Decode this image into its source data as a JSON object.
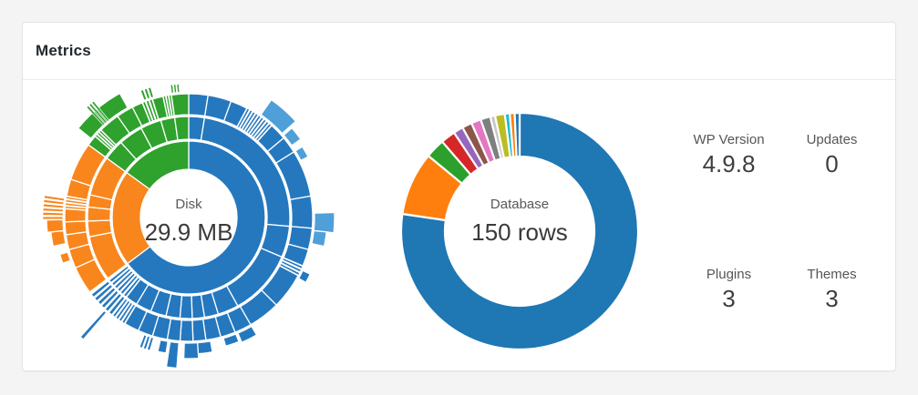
{
  "card": {
    "title": "Metrics"
  },
  "stats": [
    {
      "label": "WP Version",
      "value": "4.9.8"
    },
    {
      "label": "Updates",
      "value": "0"
    },
    {
      "label": "Plugins",
      "value": "3"
    },
    {
      "label": "Themes",
      "value": "3"
    }
  ],
  "chart_data": [
    {
      "type": "sunburst",
      "name": "disk-usage-sunburst",
      "center_label": "Disk",
      "center_value": "29.9 MB",
      "total": "29.9 MB",
      "legend": "none",
      "palette": {
        "b": "#2578be",
        "lb": "#4f9fd8",
        "o": "#f8861d",
        "g": "#2fa12d"
      },
      "rings": [
        [
          53,
          84
        ],
        [
          86,
          111
        ],
        [
          113,
          136
        ],
        [
          138,
          158
        ]
      ],
      "top_level": [
        {
          "color": "b",
          "start": 0,
          "end": 233,
          "est_mb": 19.3
        },
        {
          "color": "o",
          "start": 233,
          "end": 306,
          "est_mb": 6.1
        },
        {
          "color": "g",
          "start": 306,
          "end": 360,
          "est_mb": 4.5
        }
      ],
      "segments": [
        {
          "l": 2,
          "s": 0,
          "e": 9,
          "c": "b"
        },
        {
          "l": 2,
          "s": 9,
          "e": 95,
          "c": "b"
        },
        {
          "l": 2,
          "s": 95,
          "e": 113,
          "c": "b"
        },
        {
          "l": 2,
          "s": 113,
          "e": 151,
          "c": "b"
        },
        {
          "l": 2,
          "s": 151,
          "e": 163,
          "c": "b"
        },
        {
          "l": 2,
          "s": 163,
          "e": 171,
          "c": "b"
        },
        {
          "l": 2,
          "s": 171,
          "e": 178,
          "c": "b"
        },
        {
          "l": 2,
          "s": 178,
          "e": 185,
          "c": "b"
        },
        {
          "l": 2,
          "s": 185,
          "e": 193,
          "c": "b"
        },
        {
          "l": 2,
          "s": 193,
          "e": 202,
          "c": "b"
        },
        {
          "l": 2,
          "s": 202,
          "e": 211,
          "c": "b"
        },
        {
          "l": 2,
          "s": 211,
          "e": 218,
          "c": "b"
        },
        {
          "l": 2,
          "s": 218,
          "e": 232,
          "c": "b",
          "n": 6
        },
        {
          "l": 2,
          "s": 233,
          "e": 259,
          "c": "o"
        },
        {
          "l": 2,
          "s": 259,
          "e": 268,
          "c": "o"
        },
        {
          "l": 2,
          "s": 268,
          "e": 276,
          "c": "o"
        },
        {
          "l": 2,
          "s": 276,
          "e": 283,
          "c": "o"
        },
        {
          "l": 2,
          "s": 283,
          "e": 306,
          "c": "o"
        },
        {
          "l": 2,
          "s": 306,
          "e": 318,
          "c": "g"
        },
        {
          "l": 2,
          "s": 318,
          "e": 332,
          "c": "g"
        },
        {
          "l": 2,
          "s": 332,
          "e": 344,
          "c": "g"
        },
        {
          "l": 2,
          "s": 344,
          "e": 352,
          "c": "g"
        },
        {
          "l": 2,
          "s": 352,
          "e": 360,
          "c": "g"
        },
        {
          "l": 3,
          "s": 0,
          "e": 9,
          "c": "b"
        },
        {
          "l": 3,
          "s": 9,
          "e": 20,
          "c": "b"
        },
        {
          "l": 3,
          "s": 20,
          "e": 28,
          "c": "b"
        },
        {
          "l": 3,
          "s": 28,
          "e": 42,
          "c": "b",
          "n": 9
        },
        {
          "l": 3,
          "s": 42,
          "e": 50,
          "c": "b"
        },
        {
          "l": 3,
          "s": 50,
          "e": 58,
          "c": "b"
        },
        {
          "l": 3,
          "s": 58,
          "e": 80,
          "c": "b"
        },
        {
          "l": 3,
          "s": 80,
          "e": 95,
          "c": "b"
        },
        {
          "l": 3,
          "s": 95,
          "e": 105,
          "c": "b"
        },
        {
          "l": 3,
          "s": 105,
          "e": 113,
          "c": "b"
        },
        {
          "l": 3,
          "s": 113,
          "e": 118,
          "c": "b",
          "n": 3
        },
        {
          "l": 3,
          "s": 118,
          "e": 135,
          "c": "b"
        },
        {
          "l": 3,
          "s": 135,
          "e": 150,
          "c": "b"
        },
        {
          "l": 3,
          "s": 150,
          "e": 158,
          "c": "b"
        },
        {
          "l": 3,
          "s": 158,
          "e": 165,
          "c": "b"
        },
        {
          "l": 3,
          "s": 165,
          "e": 172,
          "c": "b"
        },
        {
          "l": 3,
          "s": 172,
          "e": 178,
          "c": "b"
        },
        {
          "l": 3,
          "s": 178,
          "e": 184,
          "c": "b"
        },
        {
          "l": 3,
          "s": 184,
          "e": 190,
          "c": "b"
        },
        {
          "l": 3,
          "s": 190,
          "e": 197,
          "c": "b"
        },
        {
          "l": 3,
          "s": 197,
          "e": 204,
          "c": "b"
        },
        {
          "l": 3,
          "s": 204,
          "e": 211,
          "c": "b"
        },
        {
          "l": 3,
          "s": 211,
          "e": 218,
          "c": "b",
          "n": 4
        },
        {
          "l": 3,
          "s": 218,
          "e": 232,
          "c": "b",
          "n": 6
        },
        {
          "l": 3,
          "s": 233,
          "e": 246,
          "c": "o"
        },
        {
          "l": 3,
          "s": 246,
          "e": 255,
          "c": "o"
        },
        {
          "l": 3,
          "s": 255,
          "e": 262,
          "c": "o"
        },
        {
          "l": 3,
          "s": 262,
          "e": 268,
          "c": "o"
        },
        {
          "l": 3,
          "s": 268,
          "e": 274,
          "c": "o"
        },
        {
          "l": 3,
          "s": 274,
          "e": 280,
          "c": "o",
          "n": 4
        },
        {
          "l": 3,
          "s": 280,
          "e": 288,
          "c": "o"
        },
        {
          "l": 3,
          "s": 288,
          "e": 306,
          "c": "o"
        },
        {
          "l": 3,
          "s": 306,
          "e": 311,
          "c": "g"
        },
        {
          "l": 3,
          "s": 311,
          "e": 315,
          "c": "g",
          "n": 3
        },
        {
          "l": 3,
          "s": 315,
          "e": 325,
          "c": "g"
        },
        {
          "l": 3,
          "s": 325,
          "e": 333,
          "c": "g"
        },
        {
          "l": 3,
          "s": 333,
          "e": 338,
          "c": "g"
        },
        {
          "l": 3,
          "s": 338,
          "e": 343,
          "c": "g",
          "n": 3
        },
        {
          "l": 3,
          "s": 343,
          "e": 348,
          "c": "g"
        },
        {
          "l": 3,
          "s": 348,
          "e": 352,
          "c": "g",
          "n": 3
        },
        {
          "l": 3,
          "s": 352,
          "e": 360,
          "c": "g"
        },
        {
          "l": 4,
          "s": 35,
          "e": 48,
          "c": "lb"
        },
        {
          "l": 4,
          "s": 49,
          "e": 55,
          "c": "lb",
          "o": 150
        },
        {
          "l": 4,
          "s": 58,
          "e": 63,
          "c": "lb",
          "o": 147
        },
        {
          "l": 4,
          "s": 88,
          "e": 96,
          "c": "lb",
          "o": 160
        },
        {
          "l": 4,
          "s": 96,
          "e": 102,
          "c": "lb",
          "o": 152
        },
        {
          "l": 4,
          "s": 115,
          "e": 119,
          "c": "b",
          "o": 147
        },
        {
          "l": 4,
          "s": 150,
          "e": 157,
          "c": "b",
          "o": 149
        },
        {
          "l": 4,
          "s": 158,
          "e": 164,
          "c": "b",
          "o": 147
        },
        {
          "l": 4,
          "s": 170,
          "e": 176,
          "c": "b",
          "o": 150
        },
        {
          "l": 4,
          "s": 176,
          "e": 182,
          "c": "b",
          "o": 155
        },
        {
          "l": 4,
          "s": 184.5,
          "e": 188.5,
          "c": "b",
          "o": 166
        },
        {
          "l": 4,
          "s": 189.5,
          "e": 193,
          "c": "b",
          "o": 151
        },
        {
          "l": 4,
          "s": 196,
          "e": 201,
          "c": "b",
          "n": 3,
          "o": 152
        },
        {
          "l": 4,
          "s": 220.8,
          "e": 222.2,
          "c": "b",
          "o": 177
        },
        {
          "l": 4,
          "s": 250,
          "e": 254,
          "c": "o",
          "o": 147
        },
        {
          "l": 4,
          "s": 258,
          "e": 264,
          "c": "o",
          "o": 152
        },
        {
          "l": 4,
          "s": 264,
          "e": 269,
          "c": "o",
          "o": 156
        },
        {
          "l": 4,
          "s": 269,
          "e": 279,
          "c": "o",
          "n": 6,
          "o": 160
        },
        {
          "l": 4,
          "s": 309,
          "e": 331,
          "c": "g",
          "o": 156
        },
        {
          "l": 4,
          "s": 317,
          "e": 321,
          "c": "g",
          "n": 3,
          "o": 165
        },
        {
          "l": 4,
          "s": 339,
          "e": 344,
          "c": "g",
          "n": 3,
          "o": 149
        },
        {
          "l": 4,
          "s": 352,
          "e": 356,
          "c": "g",
          "n": 3,
          "o": 147
        }
      ]
    },
    {
      "type": "donut",
      "name": "database-rows-donut",
      "center_label": "Database",
      "center_value": "150 rows",
      "total_rows": 150,
      "inner_radius": 82,
      "outer_radius": 130,
      "start_angle": 0,
      "legend": "none",
      "slices": [
        {
          "color": "#1f77b4",
          "value": 116
        },
        {
          "color": "#ff7f0e",
          "value": 13
        },
        {
          "color": "#2ca02c",
          "value": 4
        },
        {
          "color": "#d62728",
          "value": 3
        },
        {
          "color": "#9467bd",
          "value": 2
        },
        {
          "color": "#8c564b",
          "value": 2
        },
        {
          "color": "#e377c2",
          "value": 2
        },
        {
          "color": "#7f7f7f",
          "value": 2
        },
        {
          "color": "#c7c7c7",
          "value": 1
        },
        {
          "color": "#bcbd22",
          "value": 2
        },
        {
          "color": "#17becf",
          "value": 1
        },
        {
          "color": "#ff7f0e",
          "value": 1
        },
        {
          "color": "#1f77b4",
          "value": 1
        }
      ]
    }
  ]
}
